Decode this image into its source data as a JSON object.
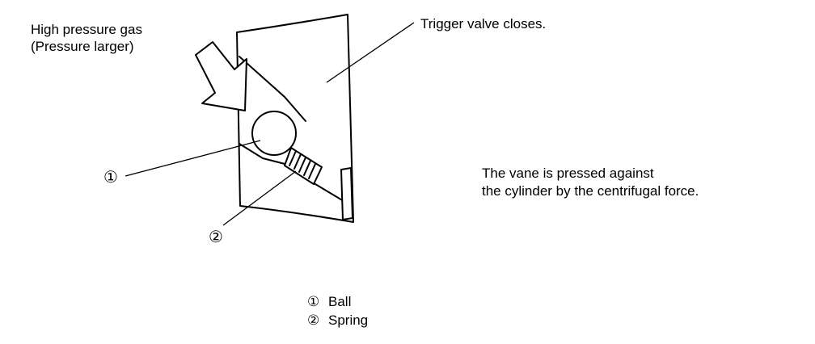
{
  "labels": {
    "gas_line1": "High pressure gas",
    "gas_line2": "(Pressure larger)",
    "trigger": "Trigger valve closes.",
    "vane_line1": "The vane is pressed against",
    "vane_line2": "the cylinder by the centrifugal force.",
    "callout1": "①",
    "callout2": "②"
  },
  "legend": [
    {
      "num": "①",
      "text": "Ball"
    },
    {
      "num": "②",
      "text": "Spring"
    }
  ]
}
